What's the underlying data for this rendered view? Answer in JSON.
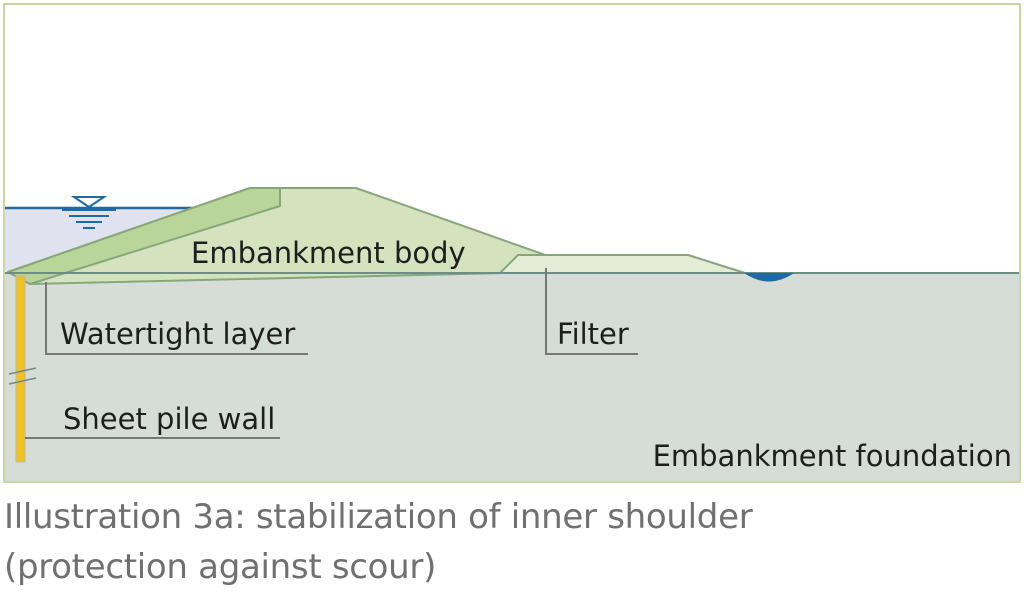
{
  "labels": {
    "embankment_body": "Embankment body",
    "watertight_layer": "Watertight layer",
    "filter": "Filter",
    "sheet_pile_wall": "Sheet pile wall",
    "embankment_foundation": "Embankment foundation"
  },
  "caption": {
    "line1": "Illustration 3a: stabilization of inner shoulder",
    "line2": "(protection against scour)"
  },
  "colors": {
    "frame": "#c9d5a6",
    "water": "#e0e3ef",
    "water_line": "#1f6aa5",
    "embankment": "#d4e3bd",
    "embankment_stroke": "#86a77c",
    "watertight": "#b9d59a",
    "filter": "#e5ecd6",
    "foundation": "#d6ddd6",
    "foundation_line": "#6f8d84",
    "sheet_pile": "#f2c21c",
    "leader": "#777777",
    "ditch": "#1f6aa5"
  }
}
